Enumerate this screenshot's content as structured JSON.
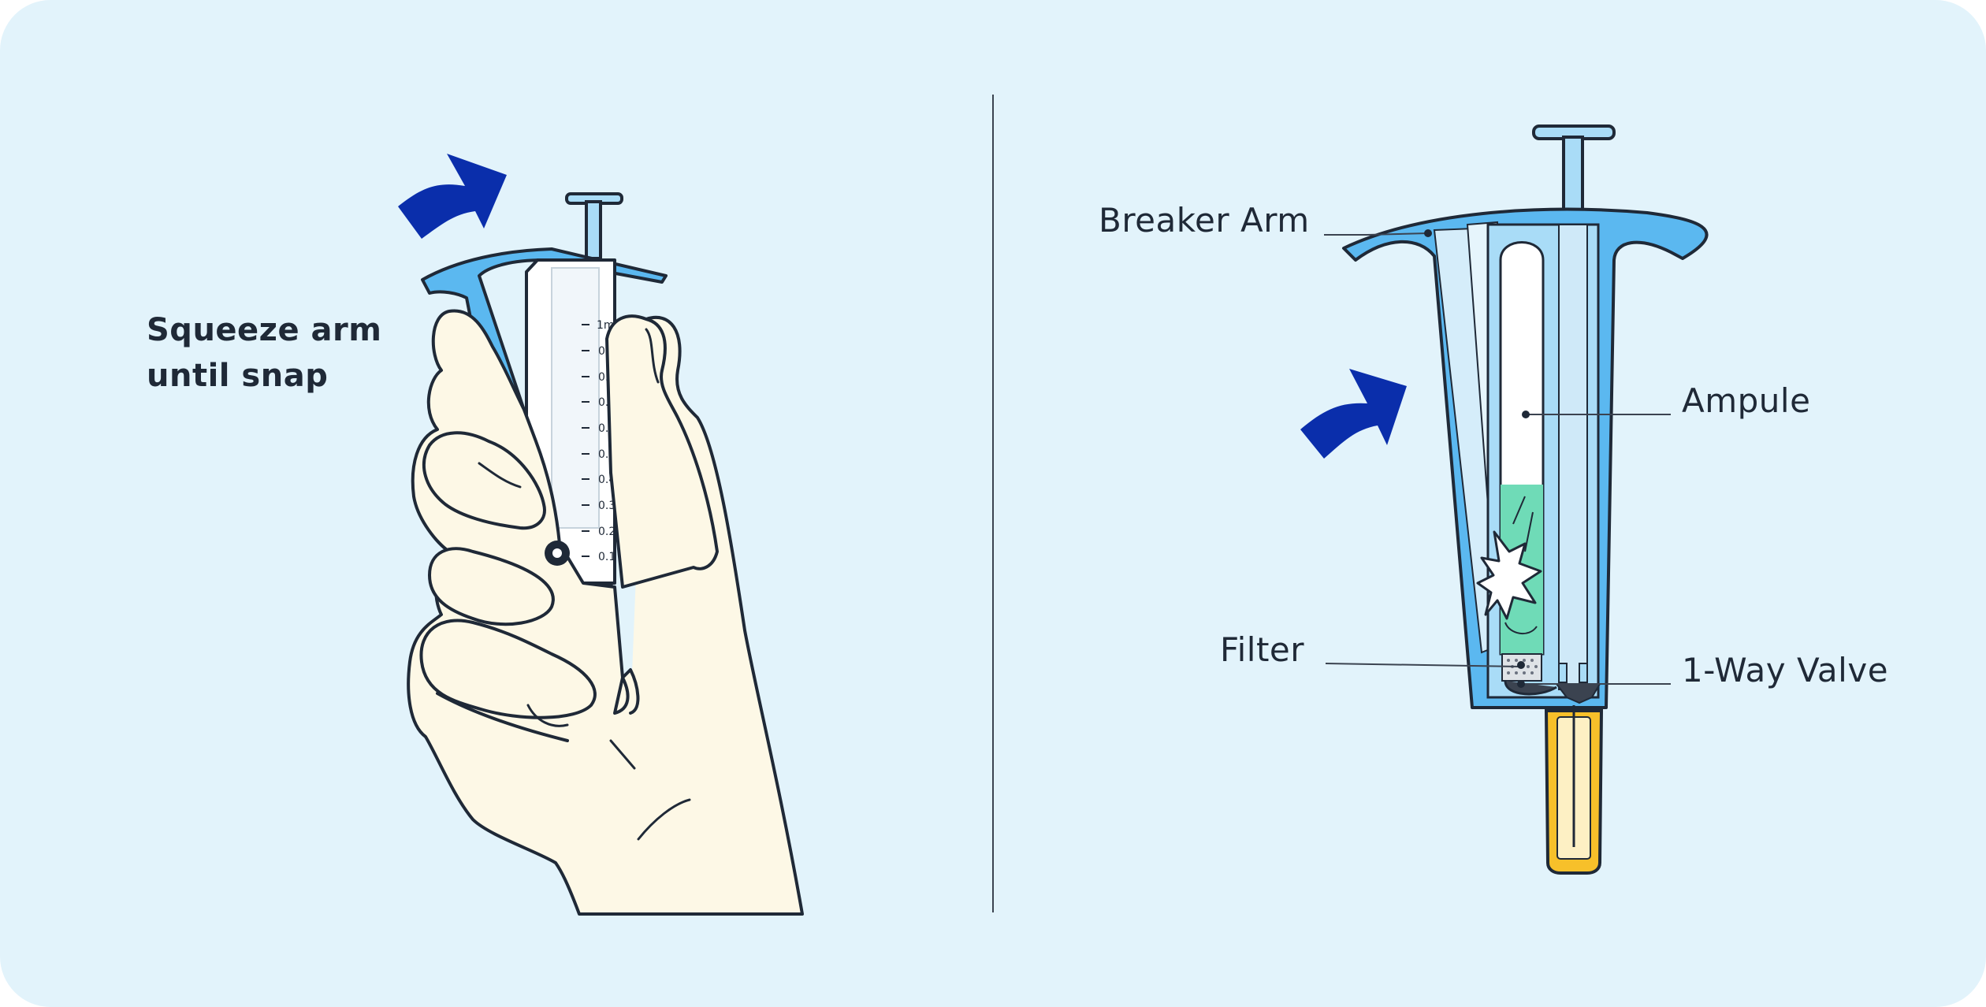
{
  "instruction": {
    "line1": "Squeeze arm",
    "line2": "until snap"
  },
  "syringe_scale": [
    "1mL",
    "0.9",
    "0.8",
    "0.7",
    "0.6",
    "0.5",
    "0.4",
    "0.3",
    "0.2",
    "0.1"
  ],
  "labels": {
    "breaker_arm": "Breaker Arm",
    "ampule": "Ampule",
    "filter": "Filter",
    "valve": "1-Way Valve"
  },
  "colors": {
    "background": "#e2f3fb",
    "arrow": "#0a2eab",
    "device_blue": "#5bb8f0",
    "light_blue": "#a9dcf7",
    "cap_yellow": "#f7c02a",
    "liquid_green": "#6fdbb7",
    "skin": "#fdf8e6",
    "outline": "#1f2937"
  },
  "icons": [
    "curved-arrow-icon",
    "curved-arrow-icon"
  ]
}
